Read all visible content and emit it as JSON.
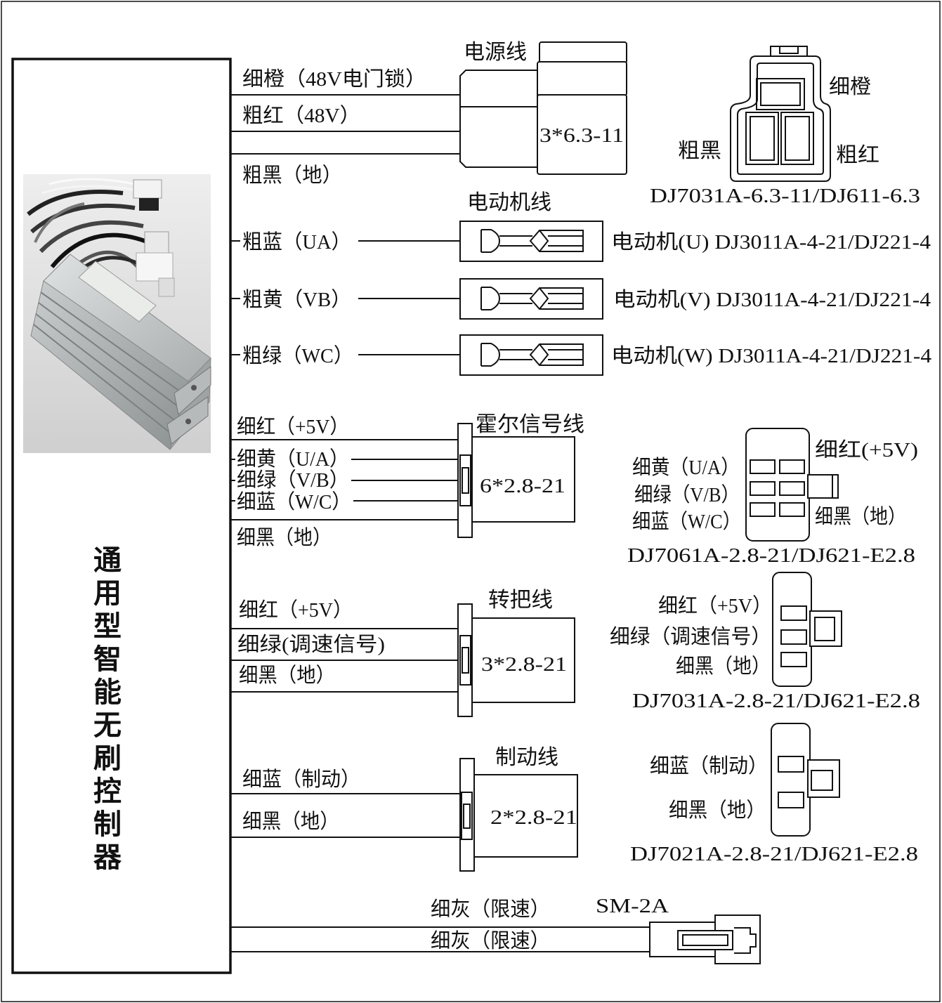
{
  "controller": {
    "title": "通用型智能无刷控制器"
  },
  "power": {
    "title": "电源线",
    "wires": [
      "细橙（48V电门锁）",
      "粗红（48V）",
      "粗黑（地）"
    ],
    "connector_spec": "3*6.3-11",
    "pinout": {
      "top": "细橙",
      "left": "粗黑",
      "right": "粗红"
    },
    "part_number": "DJ7031A-6.3-11/DJ611-6.3"
  },
  "motor": {
    "title": "电动机线",
    "phases": [
      {
        "wire": "粗蓝（UA）",
        "connector": "电动机(U) DJ3011A-4-21/DJ221-4"
      },
      {
        "wire": "粗黄（VB）",
        "connector": "电动机(V) DJ3011A-4-21/DJ221-4"
      },
      {
        "wire": "粗绿（WC）",
        "connector": "电动机(W) DJ3011A-4-21/DJ221-4"
      }
    ]
  },
  "hall": {
    "title": "霍尔信号线",
    "wires": [
      "细红（+5V）",
      "细黄（U/A）",
      "细绿（V/B）",
      "细蓝（W/C）",
      "细黑（地）"
    ],
    "connector_spec": "6*2.8-21",
    "pinout": {
      "power": "细红(+5V)",
      "u": "细黄（U/A）",
      "v": "细绿（V/B）",
      "w": "细蓝（W/C）",
      "ground": "细黑（地）"
    },
    "part_number": "DJ7061A-2.8-21/DJ621-E2.8"
  },
  "throttle": {
    "title": "转把线",
    "wires": [
      "细红（+5V）",
      "细绿(调速信号)",
      "细黑（地）"
    ],
    "connector_spec": "3*2.8-21",
    "pinout": [
      "细红（+5V）",
      "细绿（调速信号）",
      "细黑（地）"
    ],
    "part_number": "DJ7031A-2.8-21/DJ621-E2.8"
  },
  "brake": {
    "title": "制动线",
    "wires": [
      "细蓝（制动）",
      "细黑（地）"
    ],
    "connector_spec": "2*2.8-21",
    "pinout": [
      "细蓝（制动）",
      "细黑（地）"
    ],
    "part_number": "DJ7021A-2.8-21/DJ621-E2.8"
  },
  "speed_limit": {
    "connector_name": "SM-2A",
    "wires": [
      "细灰（限速）",
      "细灰（限速）"
    ]
  }
}
